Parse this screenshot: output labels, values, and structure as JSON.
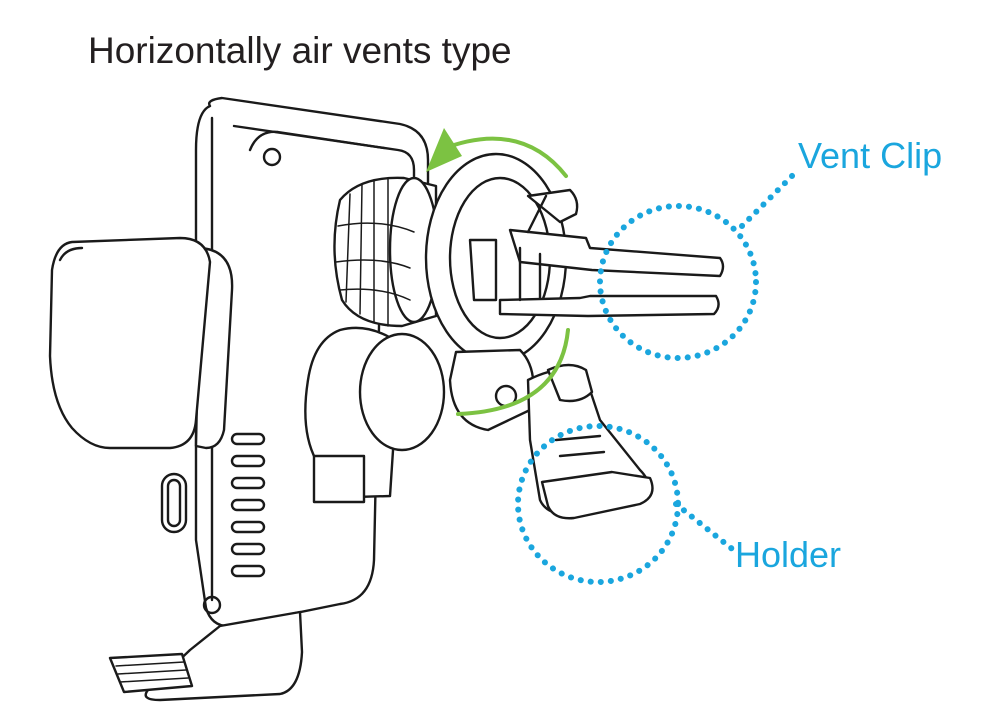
{
  "title": "Horizontally air vents type",
  "callouts": {
    "vent_clip": "Vent Clip",
    "holder": "Holder"
  },
  "colors": {
    "title_text": "#231f20",
    "callout_blue": "#1aa6de",
    "rotation_arrow_green": "#7cc242",
    "line_art": "#1a1a1a"
  }
}
